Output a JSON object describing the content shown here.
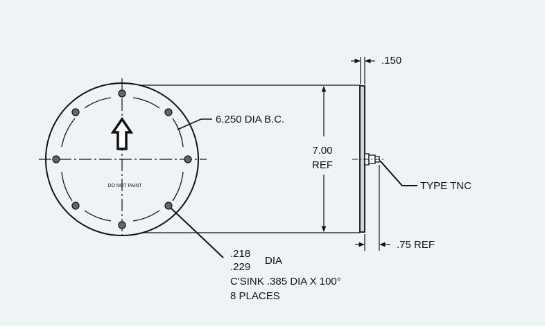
{
  "colors": {
    "background": "#eef4f6",
    "line": "#111111"
  },
  "front_view": {
    "label_center": "DO NOT PAINT",
    "bolt_circle": "6.250 DIA B.C.",
    "hole_count": 8
  },
  "side_view": {
    "thickness": ".150",
    "height_line1": "7.00",
    "height_line2": "REF",
    "connector": "TYPE TNC",
    "connector_depth": ".75 REF"
  },
  "hole_note": {
    "dia_upper": ".218",
    "dia_lower": ".229",
    "dia_suffix": "DIA",
    "csink": "C'SINK .385 DIA X 100°",
    "places": "8 PLACES"
  }
}
